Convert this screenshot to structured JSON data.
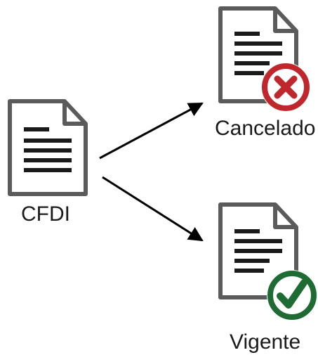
{
  "source": {
    "label": "CFDI",
    "icon": "document-icon"
  },
  "outcomes": [
    {
      "label": "Cancelado",
      "icon": "document-icon",
      "badge_icon": "x-circle-icon",
      "badge_color": "#C0272D"
    },
    {
      "label": "Vigente",
      "icon": "document-icon",
      "badge_icon": "check-circle-icon",
      "badge_color": "#1E6B34"
    }
  ],
  "colors": {
    "document_stroke": "#5b5b5b",
    "document_lines": "#1a1a1a",
    "arrow": "#000000"
  }
}
